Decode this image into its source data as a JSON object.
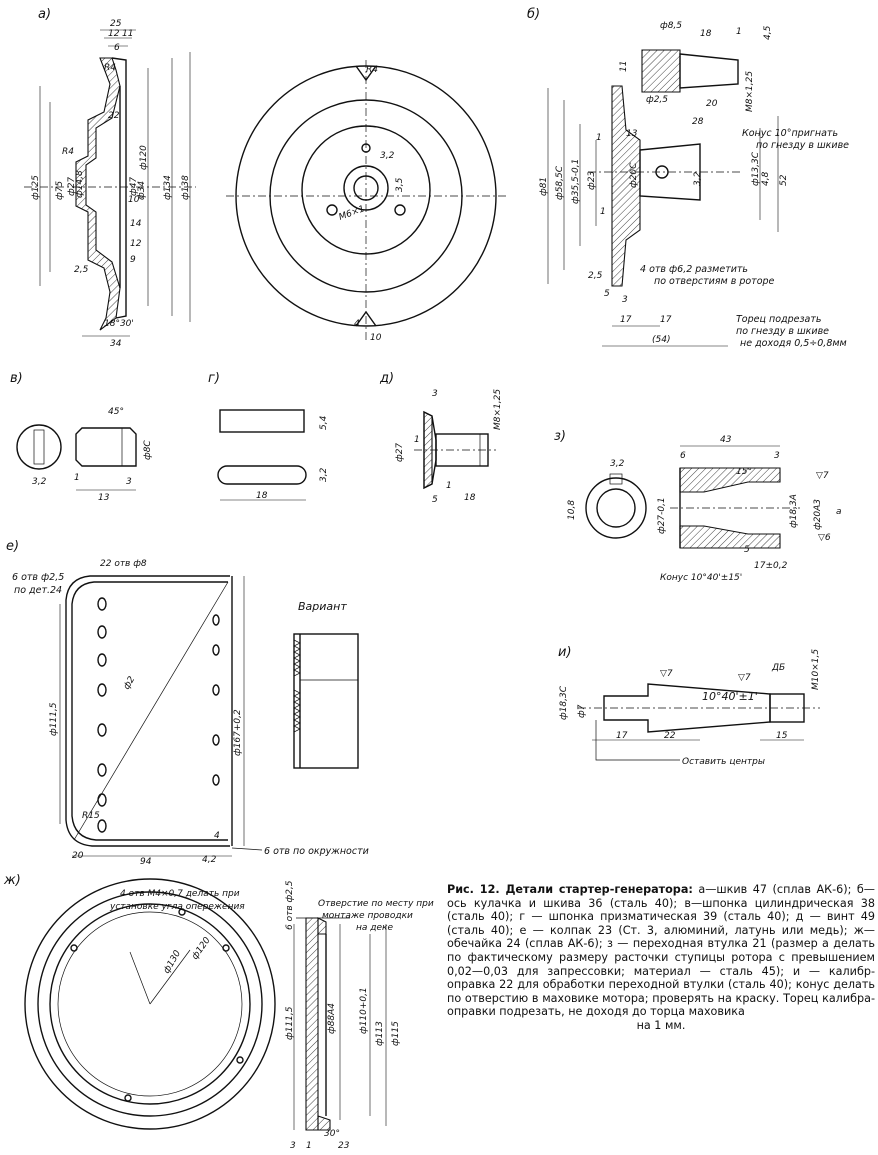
{
  "figure": {
    "labels": {
      "a": "а)",
      "b": "б)",
      "v": "в)",
      "g": "г)",
      "d": "д)",
      "z": "з)",
      "e": "е)",
      "zh": "ж)",
      "i": "и)"
    },
    "a": {
      "dims": [
        "25",
        "12",
        "11",
        "6",
        "R4",
        "22",
        "R4",
        "ф125",
        "ф75",
        "ф27",
        "ф14,8",
        "ф120",
        "ф47",
        "ф34",
        "ф134",
        "ф138",
        "10°",
        "14",
        "12",
        "9",
        "2,5",
        "18°30'",
        "34",
        "3,2",
        "3,5",
        "М6×1",
        "4",
        "10"
      ]
    },
    "b": {
      "dims": [
        "ф8,5",
        "18",
        "1",
        "4,5",
        "11",
        "ф2,5",
        "20",
        "М8×1,25",
        "28",
        "13",
        "1",
        "1",
        "ф81",
        "ф58,5С",
        "ф35,5-0,1",
        "ф23",
        "ф20С",
        "3,2",
        "ф13,3С",
        "4,8",
        "52",
        "2,5",
        "5",
        "3",
        "17",
        "17",
        "(54)"
      ],
      "notes": [
        "Конус 10°пригнать",
        "по гнезду в шкиве",
        "4 отв ф6,2 разметить",
        "по отверстиям в роторе",
        "Торец подрезать",
        "по гнезду в шкиве",
        "не доходя 0,5÷0,8мм"
      ]
    },
    "v": {
      "dims": [
        "45°",
        "ф8С",
        "3,2",
        "1",
        "3",
        "13"
      ]
    },
    "g": {
      "dims": [
        "5,4",
        "3,2",
        "18"
      ]
    },
    "d": {
      "dims": [
        "3",
        "М8×1,25",
        "ф27",
        "1",
        "5",
        "1",
        "18"
      ]
    },
    "z": {
      "dims": [
        "43",
        "3,2",
        "6",
        "3",
        "15°",
        "▽7",
        "10,8",
        "ф27-0,1",
        "ф18,3А",
        "ф20А3",
        "a",
        "▽6",
        "5",
        "17±0,2"
      ],
      "notes": [
        "Конус 10°40'±15'"
      ]
    },
    "e": {
      "dims": [
        "22 отв ф8",
        "ф2",
        "ф111,5",
        "ф167+0,2",
        "R15",
        "20",
        "94",
        "4",
        "4,2"
      ],
      "notes": [
        "6 отв ф2,5",
        "по дет.24",
        "6 отв по окружности"
      ],
      "variant": "Вариант"
    },
    "i": {
      "dims": [
        "▽7",
        "▽7",
        "ДБ",
        "М10×1,5",
        "ф18,3С",
        "ф7",
        "10°40'±1'",
        "17",
        "22",
        "15"
      ],
      "notes": [
        "Оставить центры"
      ]
    },
    "zh": {
      "dims": [
        "ф130",
        "ф120",
        "6 отв ф2,5",
        "ф111,5",
        "ф88А4",
        "ф110+0,1",
        "ф113",
        "ф115",
        "3",
        "1",
        "30°",
        "23"
      ],
      "notes": [
        "4 отв М4×0,7 делать при",
        "установке угла опережения",
        "Отверстие по месту при",
        "монтаже проводки",
        "на деке"
      ]
    }
  },
  "caption": {
    "title": "Рис. 12. Детали стартер-генератора:",
    "body": "а—шкив 47 (сплав АК-6); б—ось кулачка и шкива 36 (сталь 40); в—шпонка цилиндрическая 38 (сталь 40); г — шпонка призматическая 39 (сталь 40); д — винт 49 (сталь 40); е — колпак 23 (Ст. 3, алюминий, латунь или медь); ж— обечайка 24 (сплав АК-6); з — переходная втулка 21 (размер a делать по фактическому размеру расточки ступицы ротора с превышением 0,02—0,03 для запрессовки; материал — сталь 45); и — калибр-оправка 22 для обработки переходной втулки (сталь 40); конус делать по отверстию в маховике мотора; проверять на краску. Торец калибра-оправки подрезать, не доходя до торца маховика",
    "tail": "на 1 мм."
  }
}
